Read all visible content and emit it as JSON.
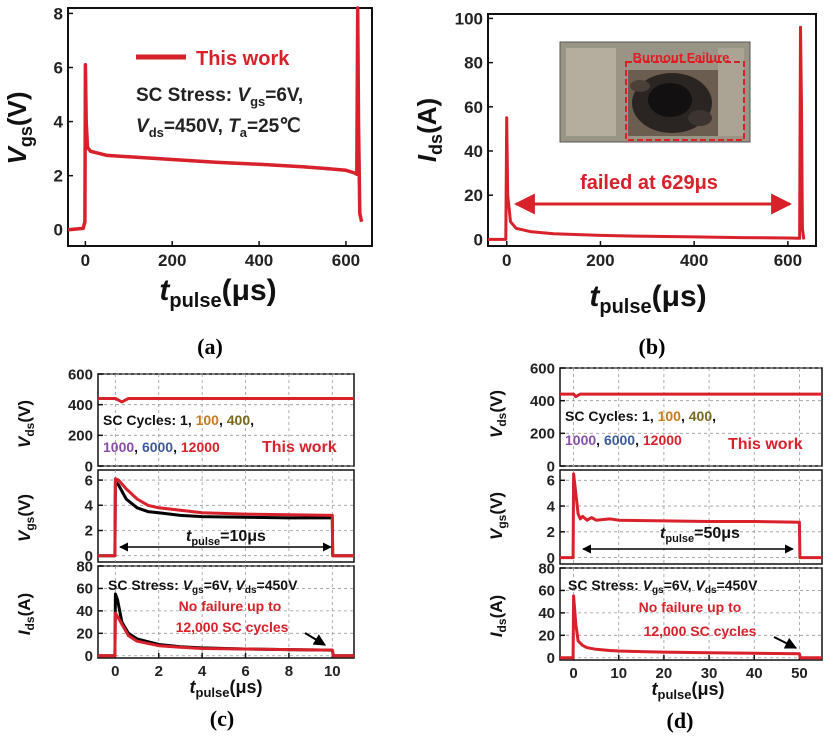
{
  "panels": {
    "a": "(a)",
    "b": "(b)",
    "c": "(c)",
    "d": "(d)"
  },
  "colors": {
    "red": "#d8212a",
    "black": "#000000",
    "olive": "#7a6a1e",
    "orange": "#c87a1e",
    "purple": "#8a4ea3",
    "blue": "#3a5a9a",
    "grid": "#9a9a9a"
  },
  "axis_text": {
    "vgs_main": "V",
    "vgs_sub": "gs",
    "vds_main": "V",
    "vds_sub": "ds",
    "ids_main": "I",
    "ids_sub": "ds",
    "unit_v": "(V)",
    "unit_a": "(A)",
    "tpulse_main": "t",
    "tpulse_sub": "pulse",
    "unit_us": "(μs)"
  },
  "annotations": {
    "a_legend": "This work",
    "a_stress_line1_pre": "SC Stress: ",
    "a_stress_line1_v": "V",
    "a_stress_line1_sub": "gs",
    "a_stress_line1_post": "=6V,",
    "a_stress_line2_v": "V",
    "a_stress_line2_sub": "ds",
    "a_stress_line2_mid": "=450V, ",
    "a_stress_line2_t": "T",
    "a_stress_line2_tsub": "a",
    "a_stress_line2_post": "=25℃",
    "b_inset_label": "Burnout Failure",
    "b_failed": "failed at 629μs",
    "cycles_prefix": "SC Cycles: 1, ",
    "cycles_100": "100",
    "cycles_400": "400",
    "cycles_1000": "1000",
    "cycles_6000": "6000",
    "cycles_12000": "12000",
    "comma": ", ",
    "comma_end": ",",
    "this_work": "This work",
    "c_tpulse_value": "=10μs",
    "d_tpulse_value": "=50μs",
    "sc_stress_pre": "SC Stress: ",
    "sc_stress_vgs": "=6V, ",
    "sc_stress_vds": "=450V",
    "no_failure_1": "No failure up to",
    "no_failure_2": "12,000 SC cycles"
  },
  "chart_data": [
    {
      "id": "a",
      "type": "line",
      "xlabel": "tpulse(μs)",
      "ylabel": "Vgs(V)",
      "xlim": [
        -40,
        660
      ],
      "ylim": [
        -0.6,
        8.2
      ],
      "xticks": [
        0,
        200,
        400,
        600
      ],
      "yticks": [
        0,
        2,
        4,
        6,
        8
      ],
      "legend": "top-right",
      "grid": false,
      "series": [
        {
          "name": "This work",
          "x": [
            -40,
            -5,
            -1,
            0,
            2,
            5,
            12,
            50,
            100,
            200,
            300,
            400,
            500,
            550,
            600,
            620,
            625,
            627,
            629,
            632,
            636
          ],
          "y": [
            0,
            0.05,
            0.3,
            6.1,
            4.0,
            3.05,
            2.9,
            2.75,
            2.7,
            2.6,
            2.5,
            2.42,
            2.33,
            2.27,
            2.2,
            2.1,
            2.05,
            8.2,
            4.0,
            0.6,
            0.3
          ]
        }
      ]
    },
    {
      "id": "b",
      "type": "line",
      "xlabel": "tpulse(μs)",
      "ylabel": "Ids(A)",
      "xlim": [
        -40,
        660
      ],
      "ylim": [
        -3,
        102
      ],
      "xticks": [
        0,
        200,
        400,
        600
      ],
      "yticks": [
        0,
        20,
        40,
        60,
        80,
        100
      ],
      "grid": false,
      "series": [
        {
          "name": "This work",
          "x": [
            -40,
            -2,
            0,
            2,
            8,
            20,
            50,
            100,
            200,
            300,
            400,
            500,
            600,
            625,
            627,
            629,
            631,
            634
          ],
          "y": [
            0,
            0,
            55,
            20,
            8,
            5,
            3.5,
            2.5,
            1.8,
            1.4,
            1.1,
            0.8,
            0.6,
            0.5,
            96,
            60,
            5,
            0
          ]
        }
      ]
    },
    {
      "id": "c",
      "type": "line",
      "xlabel": "tpulse(μs)",
      "xlim": [
        -0.8,
        11
      ],
      "xticks": [
        0,
        2,
        4,
        6,
        8,
        10
      ],
      "grid": true,
      "subplots": [
        {
          "ylabel": "Vds(V)",
          "ylim": [
            0,
            600
          ],
          "yticks": [
            0,
            200,
            400,
            600
          ],
          "series": [
            {
              "name": "12000",
              "x": [
                -0.8,
                0,
                0.3,
                0.6,
                11
              ],
              "y": [
                440,
                440,
                418,
                440,
                440
              ]
            }
          ]
        },
        {
          "ylabel": "Vgs(V)",
          "ylim": [
            -0.5,
            6.8
          ],
          "yticks": [
            0,
            2,
            4,
            6
          ],
          "series": [
            {
              "name": "1",
              "x": [
                -0.8,
                -0.02,
                0,
                0.15,
                0.5,
                1,
                1.5,
                2,
                3,
                4,
                6,
                8,
                10,
                10.02,
                11
              ],
              "y": [
                0,
                0,
                5.9,
                5.6,
                4.5,
                3.8,
                3.5,
                3.4,
                3.2,
                3.1,
                3.05,
                3.0,
                3.0,
                0,
                0
              ]
            },
            {
              "name": "12000",
              "x": [
                -0.8,
                -0.02,
                0,
                0.15,
                0.5,
                1,
                1.5,
                2,
                3,
                4,
                6,
                8,
                10,
                10.02,
                11
              ],
              "y": [
                0,
                0,
                6.1,
                6.0,
                5.3,
                4.5,
                4.0,
                3.8,
                3.6,
                3.4,
                3.3,
                3.25,
                3.2,
                0,
                0
              ]
            }
          ]
        },
        {
          "ylabel": "Ids(A)",
          "ylim": [
            -2,
            80
          ],
          "yticks": [
            0,
            20,
            40,
            60,
            80
          ],
          "series": [
            {
              "name": "1",
              "x": [
                -0.8,
                -0.02,
                0,
                0.1,
                0.3,
                0.6,
                1,
                2,
                3,
                4,
                6,
                8,
                10,
                10.05,
                11
              ],
              "y": [
                0,
                0,
                55,
                50,
                30,
                20,
                15,
                10,
                8,
                7,
                6,
                5.5,
                5,
                0,
                0
              ]
            },
            {
              "name": "12000",
              "x": [
                -0.8,
                -0.02,
                0,
                0.1,
                0.3,
                0.6,
                1,
                2,
                3,
                4,
                6,
                8,
                10,
                10.05,
                11
              ],
              "y": [
                0,
                0,
                38,
                35,
                28,
                18,
                13,
                9,
                7.5,
                6.5,
                6,
                5.5,
                5,
                0,
                0
              ]
            }
          ]
        }
      ]
    },
    {
      "id": "d",
      "type": "line",
      "xlabel": "tpulse(μs)",
      "xlim": [
        -3,
        55
      ],
      "xticks": [
        0,
        10,
        20,
        30,
        40,
        50
      ],
      "grid": true,
      "subplots": [
        {
          "ylabel": "Vds(V)",
          "ylim": [
            0,
            600
          ],
          "yticks": [
            0,
            200,
            400,
            600
          ],
          "series": [
            {
              "name": "12000",
              "x": [
                -3,
                0,
                0.5,
                1.5,
                55
              ],
              "y": [
                440,
                440,
                425,
                440,
                440
              ]
            }
          ]
        },
        {
          "ylabel": "Vgs(V)",
          "ylim": [
            -0.5,
            6.8
          ],
          "yticks": [
            0,
            2,
            4,
            6
          ],
          "series": [
            {
              "name": "12000",
              "x": [
                -3,
                -0.1,
                0,
                0.5,
                1,
                1.5,
                2,
                3,
                4,
                5,
                8,
                10,
                20,
                30,
                40,
                50,
                50.1,
                55
              ],
              "y": [
                0,
                0,
                6.5,
                5.0,
                3.4,
                3.0,
                3.2,
                2.9,
                3.1,
                2.9,
                3.0,
                2.9,
                2.85,
                2.8,
                2.8,
                2.75,
                0,
                0
              ]
            }
          ]
        },
        {
          "ylabel": "Ids(A)",
          "ylim": [
            -2,
            80
          ],
          "yticks": [
            0,
            20,
            40,
            60,
            80
          ],
          "series": [
            {
              "name": "12000",
              "x": [
                -3,
                -0.1,
                0,
                0.5,
                1,
                2,
                3,
                5,
                8,
                10,
                15,
                20,
                30,
                40,
                50,
                50.2,
                55
              ],
              "y": [
                0,
                0,
                55,
                30,
                15,
                11,
                9,
                7.5,
                6.5,
                6,
                5.5,
                5,
                4.5,
                4,
                3.5,
                0,
                0
              ]
            }
          ]
        }
      ]
    }
  ]
}
